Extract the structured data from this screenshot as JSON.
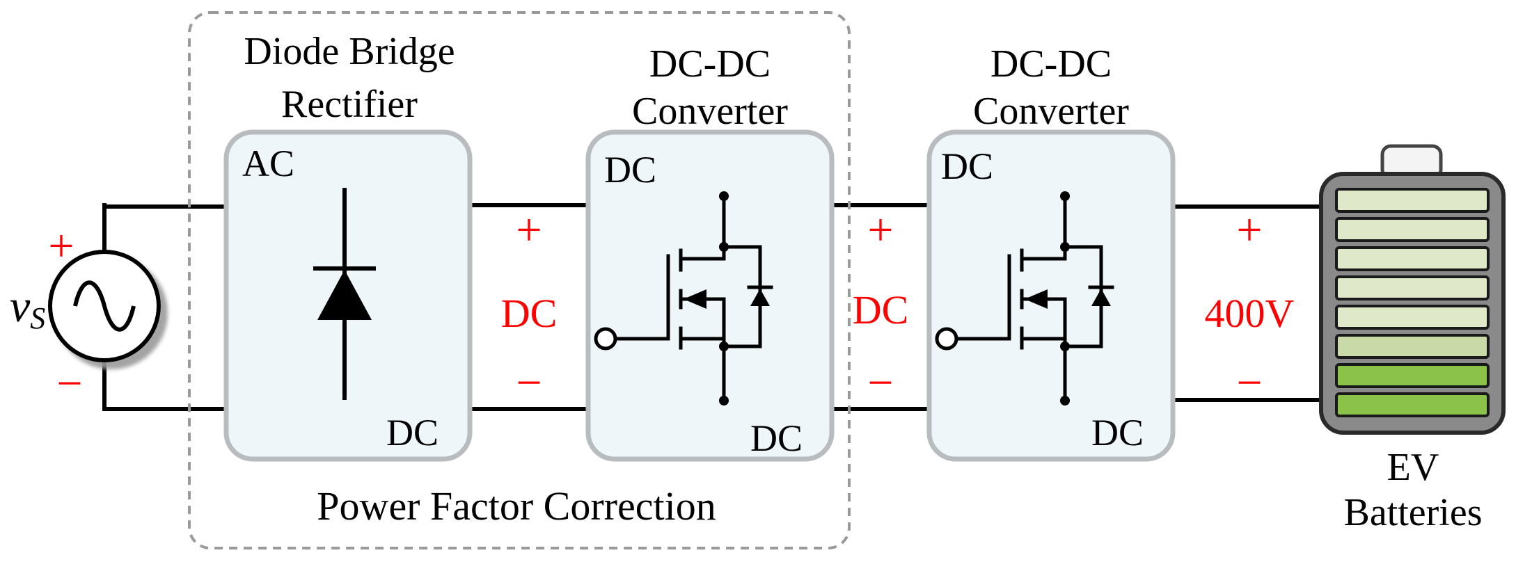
{
  "source": {
    "symbol_main": "v",
    "symbol_sub": "S",
    "plus": "+",
    "minus": "−"
  },
  "pfc_group": {
    "caption": "Power Factor Correction"
  },
  "rectifier": {
    "title_line1": "Diode Bridge",
    "title_line2": "Rectifier",
    "input_label": "AC",
    "output_label": "DC"
  },
  "link1": {
    "plus": "+",
    "label": "DC",
    "minus": "−"
  },
  "converter1": {
    "title_line1": "DC-DC",
    "title_line2": "Converter",
    "input_label": "DC",
    "output_label": "DC"
  },
  "link2": {
    "plus": "+",
    "label": "DC",
    "minus": "−"
  },
  "converter2": {
    "title_line1": "DC-DC",
    "title_line2": "Converter",
    "input_label": "DC",
    "output_label": "DC"
  },
  "link3": {
    "plus": "+",
    "label": "400V",
    "minus": "−"
  },
  "battery": {
    "label_line1": "EV",
    "label_line2": "Batteries",
    "cells": 8
  },
  "colors": {
    "polarity": "#ff0000",
    "box_fill": "#eef6f9",
    "box_border": "#b8bcbf",
    "battery_body": "#8a8a8a",
    "cell_light": "#dfe8c8",
    "cell_green": "#8bc34a"
  }
}
